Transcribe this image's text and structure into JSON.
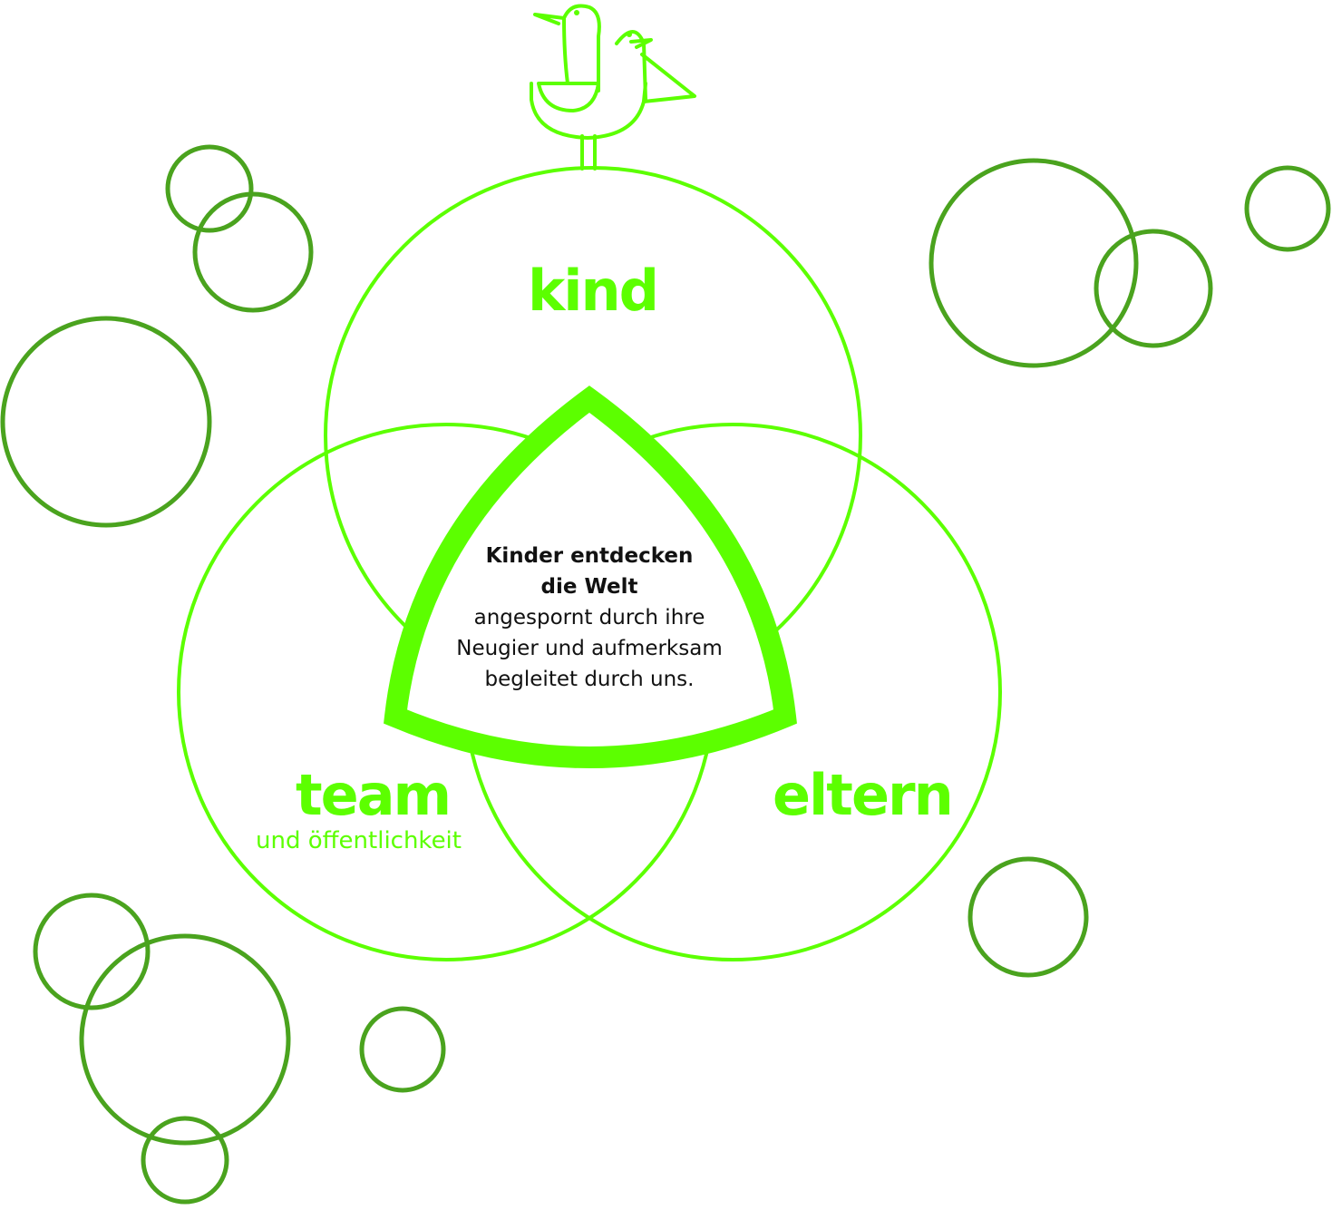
{
  "colors": {
    "bright_green": "#5cff00",
    "dark_green": "#4aa31e",
    "text_dark": "#111111",
    "background": "#ffffff"
  },
  "labels": {
    "kind": "kind",
    "team": "team",
    "team_sub": "und öffentlichkeit",
    "eltern": "eltern"
  },
  "center": {
    "line1": "Kinder entdecken",
    "line2": "die Welt",
    "line3": "angespornt durch ihre",
    "line4": "Neugier und aufmerksam",
    "line5": "begleitet durch uns."
  },
  "icons": {
    "mascot": "seagulls-icon"
  }
}
